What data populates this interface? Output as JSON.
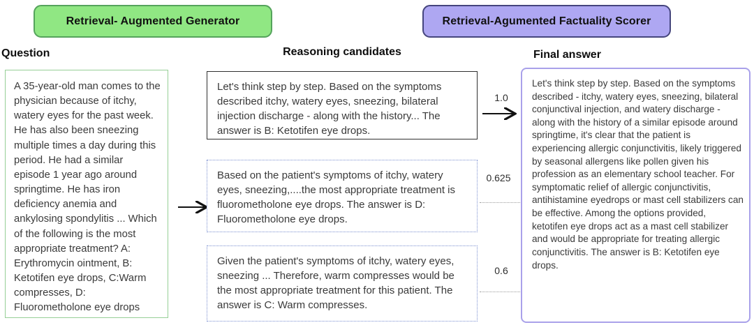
{
  "header": {
    "generator_label": "Retrieval- Augmented Generator",
    "scorer_label": "Retrieval-Agumented Factuality Scorer"
  },
  "columns": {
    "question_label": "Question",
    "candidates_label": "Reasoning candidates",
    "final_label": "Final answer"
  },
  "question_text": "A 35-year-old man comes to the physician because of itchy, watery eyes for the past week. He has also been sneezing multiple times a day during this period. He had a similar episode 1 year ago around springtime. He has iron deficiency anemia and ankylosing spondylitis ... Which of the following is the most appropriate treatment? A: Erythromycin ointment, B: Ketotifen eye drops, C:Warm compresses, D: Fluorometholone eye drops",
  "candidates": [
    {
      "text": "Let's think step by step. Based on the symptoms described itchy, watery eyes, sneezing, bilateral injection discharge - along with the history... The answer is B: Ketotifen eye drops.",
      "score": "1.0"
    },
    {
      "text": "Based on the patient's symptoms of itchy, watery eyes, sneezing,....the most appropriate treatment is fluorometholone eye drops. The answer is D: Fluorometholone eye drops.",
      "score": "0.625"
    },
    {
      "text": "Given the patient's symptoms of itchy, watery eyes, sneezing ... Therefore, warm compresses would be the most appropriate treatment for this patient. The answer is C: Warm compresses.",
      "score": "0.6"
    }
  ],
  "final_answer_text": "Let's think step by step. Based on the symptoms described - itchy, watery eyes, sneezing, bilateral conjunctival injection, and watery discharge - along with the history of a similar episode around springtime, it's clear that the patient is experiencing allergic conjunctivitis, likely triggered by seasonal allergens like pollen given his profession as an elementary school teacher. For symptomatic relief of allergic conjunctivitis, antihistamine eyedrops or mast cell stabilizers can be effective. Among the options provided, ketotifen eye drops act as a mast cell stabilizer and would be appropriate for treating allergic conjunctivitis. The answer is B: Ketotifen eye drops.",
  "colors": {
    "generator_fill": "#90e783",
    "generator_border": "#55a35c",
    "scorer_fill": "#aea7f2",
    "scorer_border": "#45457d",
    "question_border": "#96cf96",
    "candidate_solid_border": "#2f2f2f",
    "candidate_dotted_border": "#7b8fd0",
    "final_border": "#a9a1ea"
  }
}
